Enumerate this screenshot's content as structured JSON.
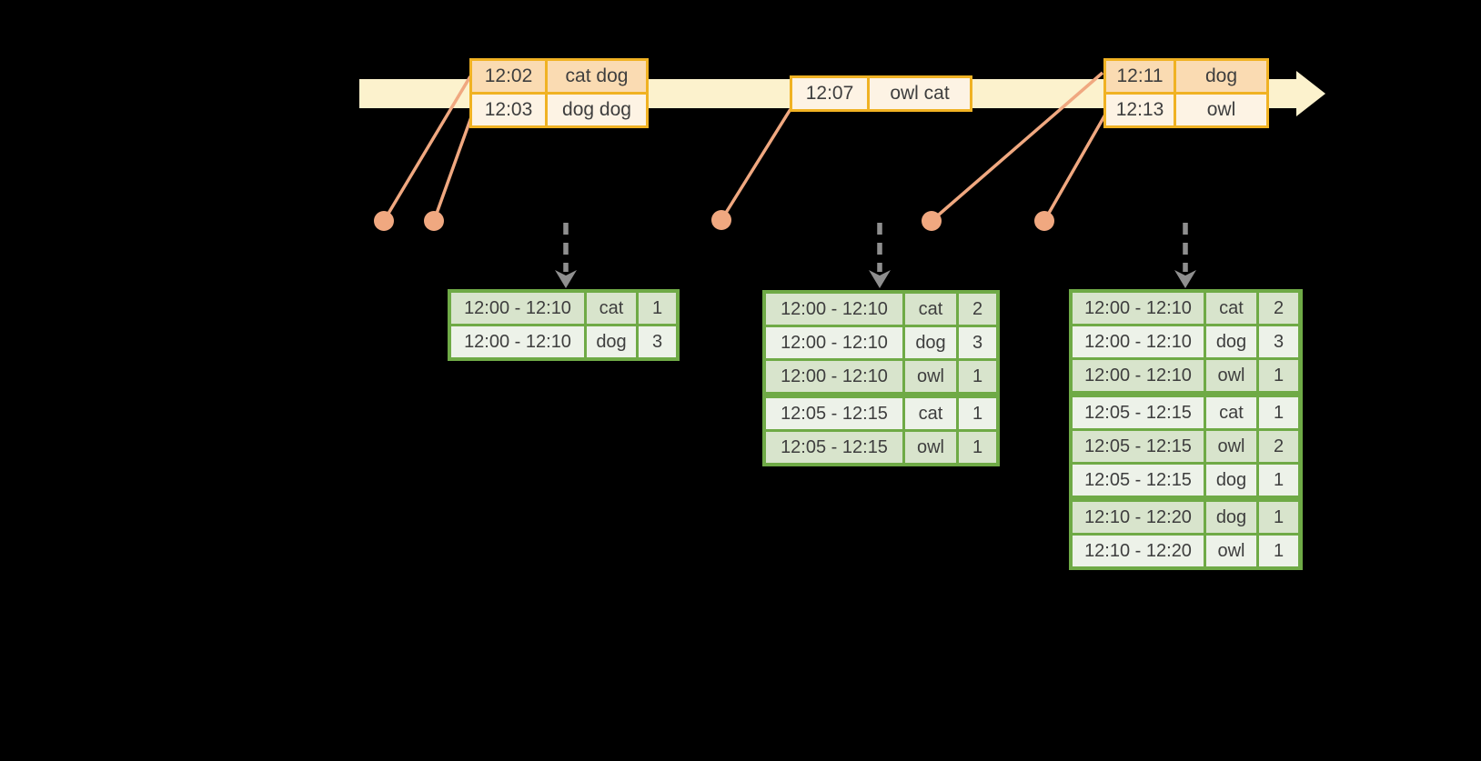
{
  "colors": {
    "background": "#000000",
    "timeline_fill": "#fcf2cd",
    "event_table_border": "#f0b223",
    "event_row_dark": "#fadbb2",
    "event_row_light": "#fdf3e4",
    "connector_salmon": "#f0a880",
    "trigger_arrow_gray": "#8f8f8f",
    "result_table_border": "#6faa46",
    "result_row_dark": "#d8e4cc",
    "result_row_light": "#edf2e9",
    "text": "#3e3e3e"
  },
  "event_tables": [
    {
      "rows": [
        {
          "time": "12:02",
          "words": "cat dog"
        },
        {
          "time": "12:03",
          "words": "dog dog"
        }
      ]
    },
    {
      "rows": [
        {
          "time": "12:07",
          "words": "owl cat"
        }
      ]
    },
    {
      "rows": [
        {
          "time": "12:11",
          "words": "dog"
        },
        {
          "time": "12:13",
          "words": "owl"
        }
      ]
    }
  ],
  "result_tables": [
    {
      "rows": [
        {
          "window": "12:00 - 12:10",
          "word": "cat",
          "count": "1"
        },
        {
          "window": "12:00 - 12:10",
          "word": "dog",
          "count": "3"
        }
      ]
    },
    {
      "rows": [
        {
          "window": "12:00 - 12:10",
          "word": "cat",
          "count": "2"
        },
        {
          "window": "12:00 - 12:10",
          "word": "dog",
          "count": "3"
        },
        {
          "window": "12:00 - 12:10",
          "word": "owl",
          "count": "1"
        },
        {
          "window": "12:05 - 12:15",
          "word": "cat",
          "count": "1"
        },
        {
          "window": "12:05 - 12:15",
          "word": "owl",
          "count": "1"
        }
      ]
    },
    {
      "rows": [
        {
          "window": "12:00 - 12:10",
          "word": "cat",
          "count": "2"
        },
        {
          "window": "12:00 - 12:10",
          "word": "dog",
          "count": "3"
        },
        {
          "window": "12:00 - 12:10",
          "word": "owl",
          "count": "1"
        },
        {
          "window": "12:05 - 12:15",
          "word": "cat",
          "count": "1"
        },
        {
          "window": "12:05 - 12:15",
          "word": "owl",
          "count": "2"
        },
        {
          "window": "12:05 - 12:15",
          "word": "dog",
          "count": "1"
        },
        {
          "window": "12:10 - 12:20",
          "word": "dog",
          "count": "1"
        },
        {
          "window": "12:10 - 12:20",
          "word": "owl",
          "count": "1"
        }
      ]
    }
  ]
}
